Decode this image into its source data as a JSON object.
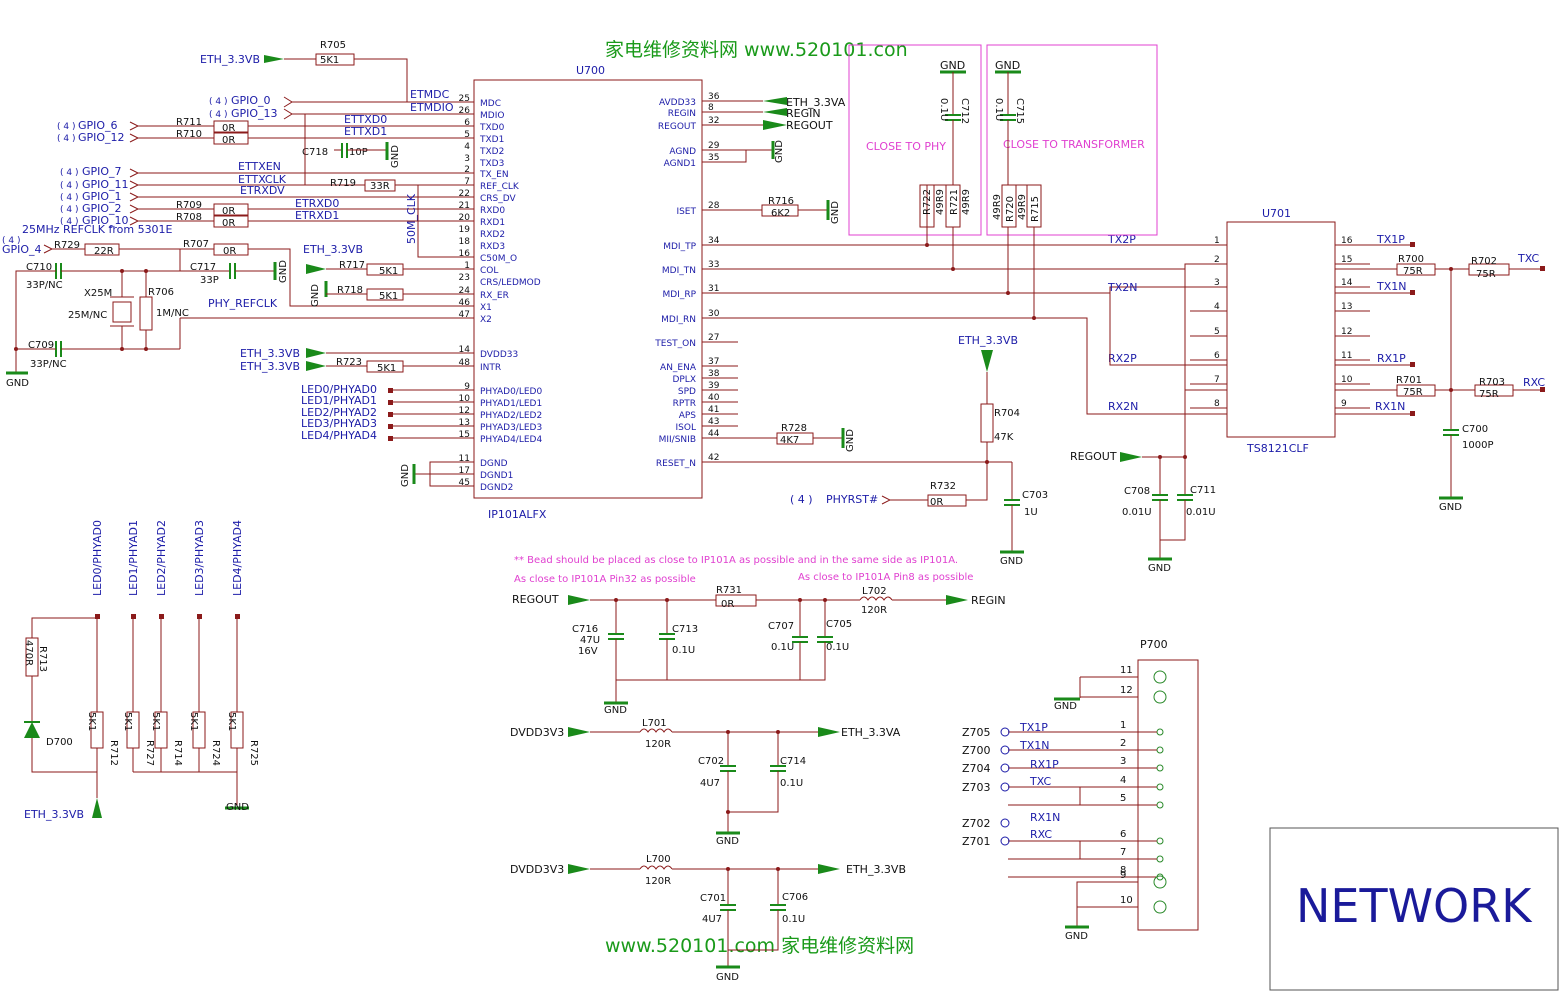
{
  "watermark": {
    "top": "家电维修资料网   www.520101.con",
    "bottom": "www.520101.com  家电维修资料网"
  },
  "title_block": {
    "label": "NETWORK"
  },
  "u700": {
    "ref": "U700",
    "part": "IP101ALFX",
    "left_pins": [
      {
        "num": "25",
        "name": "MDC"
      },
      {
        "num": "26",
        "name": "MDIO"
      },
      {
        "num": "6",
        "name": "TXD0"
      },
      {
        "num": "5",
        "name": "TXD1"
      },
      {
        "num": "4",
        "name": "TXD2"
      },
      {
        "num": "3",
        "name": "TXD3"
      },
      {
        "num": "2",
        "name": "TX_EN"
      },
      {
        "num": "7",
        "name": "REF_CLK"
      },
      {
        "num": "22",
        "name": "CRS_DV"
      },
      {
        "num": "21",
        "name": "RXD0"
      },
      {
        "num": "20",
        "name": "RXD1"
      },
      {
        "num": "19",
        "name": "RXD2"
      },
      {
        "num": "18",
        "name": "RXD3"
      },
      {
        "num": "16",
        "name": "C50M_O"
      },
      {
        "num": "1",
        "name": "COL"
      },
      {
        "num": "23",
        "name": "CRS/LEDMOD"
      },
      {
        "num": "24",
        "name": "RX_ER"
      },
      {
        "num": "46",
        "name": "X1"
      },
      {
        "num": "47",
        "name": "X2"
      },
      {
        "num": "14",
        "name": "DVDD33"
      },
      {
        "num": "48",
        "name": "INTR"
      },
      {
        "num": "9",
        "name": "PHYAD0/LED0"
      },
      {
        "num": "10",
        "name": "PHYAD1/LED1"
      },
      {
        "num": "12",
        "name": "PHYAD2/LED2"
      },
      {
        "num": "13",
        "name": "PHYAD3/LED3"
      },
      {
        "num": "15",
        "name": "PHYAD4/LED4"
      },
      {
        "num": "11",
        "name": "DGND"
      },
      {
        "num": "17",
        "name": "DGND1"
      },
      {
        "num": "45",
        "name": "DGND2"
      }
    ],
    "right_pins": [
      {
        "num": "36",
        "name": "AVDD33"
      },
      {
        "num": "8",
        "name": "REGIN"
      },
      {
        "num": "32",
        "name": "REGOUT"
      },
      {
        "num": "29",
        "name": "AGND"
      },
      {
        "num": "35",
        "name": "AGND1"
      },
      {
        "num": "28",
        "name": "ISET"
      },
      {
        "num": "34",
        "name": "MDI_TP"
      },
      {
        "num": "33",
        "name": "MDI_TN"
      },
      {
        "num": "31",
        "name": "MDI_RP"
      },
      {
        "num": "30",
        "name": "MDI_RN"
      },
      {
        "num": "27",
        "name": "TEST_ON"
      },
      {
        "num": "37",
        "name": "AN_ENA"
      },
      {
        "num": "38",
        "name": "DPLX"
      },
      {
        "num": "39",
        "name": "SPD"
      },
      {
        "num": "40",
        "name": "RPTR"
      },
      {
        "num": "41",
        "name": "APS"
      },
      {
        "num": "43",
        "name": "ISOL"
      },
      {
        "num": "44",
        "name": "MII/SNIB"
      },
      {
        "num": "42",
        "name": "RESET_N"
      }
    ]
  },
  "u701": {
    "ref": "U701",
    "part": "TS8121CLF",
    "left_pins": [
      "1",
      "2",
      "3",
      "4",
      "5",
      "6",
      "7",
      "8"
    ],
    "right_pins": [
      "16",
      "15",
      "14",
      "13",
      "12",
      "11",
      "10",
      "9"
    ]
  },
  "nets": {
    "eth33vb": "ETH_3.3VB",
    "eth33va": "ETH_3.3VA",
    "regin": "REGIN",
    "regout": "REGOUT",
    "gnd": "GND",
    "dvdd": "DVDD3V3",
    "phyrst": "PHYRST#",
    "four": "( 4 )",
    "phy_refclk": "PHY_REFCLK",
    "m50clk": "50M_CLK",
    "refclk_note": "25MHz REFCLK from 5301E",
    "gpio0": "GPIO_0",
    "gpio13": "GPIO_13",
    "gpio6": "GPIO_6",
    "gpio12": "GPIO_12",
    "gpio7": "GPIO_7",
    "gpio11": "GPIO_11",
    "gpio1": "GPIO_1",
    "gpio2": "GPIO_2",
    "gpio10": "GPIO_10",
    "gpio4": "GPIO_4",
    "etmdc": "ETMDC",
    "etmdio": "ETMDIO",
    "ettxd0": "ETTXD0",
    "ettxd1": "ETTXD1",
    "ettxen": "ETTXEN",
    "ettxclk": "ETTXCLK",
    "etrxdv": "ETRXDV",
    "etrxd0": "ETRXD0",
    "etrxd1": "ETRXD1",
    "tx2p": "TX2P",
    "tx2n": "TX2N",
    "rx2p": "RX2P",
    "rx2n": "RX2N",
    "tx1p": "TX1P",
    "tx1n": "TX1N",
    "rx1p": "RX1P",
    "rx1n": "RX1N",
    "txc": "TXC",
    "rxc": "RXC",
    "led0": "LED0/PHYAD0",
    "led1": "LED1/PHYAD1",
    "led2": "LED2/PHYAD2",
    "led3": "LED3/PHYAD3",
    "led4": "LED4/PHYAD4",
    "phyad0": "LED0/PHYAD0",
    "phyad1": "LED1/PHYAD1",
    "phyad2": "LED2/PHYAD2",
    "phyad3": "LED3/PHYAD3",
    "phyad4": "LED4/PHYAD4"
  },
  "notes": {
    "close_phy": "CLOSE TO PHY",
    "close_tr": "CLOSE TO TRANSFORMER",
    "bead": "** Bead should be placed as close to IP101A as possible and in the same side as IP101A.",
    "pin32": "As close to IP101A Pin32 as possible",
    "pin8": "As close to IP101A Pin8 as possible"
  },
  "components": {
    "R705": {
      "ref": "R705",
      "val": "5K1"
    },
    "R711": {
      "ref": "R711",
      "val": "0R"
    },
    "R710": {
      "ref": "R710",
      "val": "0R"
    },
    "R719": {
      "ref": "R719",
      "val": "33R"
    },
    "R709": {
      "ref": "R709",
      "val": "0R"
    },
    "R708": {
      "ref": "R708",
      "val": "0R"
    },
    "R729": {
      "ref": "R729",
      "val": "22R"
    },
    "R707": {
      "ref": "R707",
      "val": "0R"
    },
    "R717": {
      "ref": "R717",
      "val": "5K1"
    },
    "R718": {
      "ref": "R718",
      "val": "5K1"
    },
    "R706": {
      "ref": "R706",
      "val": "1M/NC"
    },
    "R723": {
      "ref": "R723",
      "val": "5K1"
    },
    "R716": {
      "ref": "R716",
      "val": "6K2"
    },
    "R728": {
      "ref": "R728",
      "val": "4K7"
    },
    "R704": {
      "ref": "R704",
      "val": "47K"
    },
    "R732": {
      "ref": "R732",
      "val": "0R"
    },
    "R731": {
      "ref": "R731",
      "val": "0R"
    },
    "R700": {
      "ref": "R700",
      "val": "75R"
    },
    "R701": {
      "ref": "R701",
      "val": "75R"
    },
    "R702": {
      "ref": "R702",
      "val": "75R"
    },
    "R703": {
      "ref": "R703",
      "val": "75R"
    },
    "R722": {
      "ref": "R722",
      "val": "49R9"
    },
    "R721": {
      "ref": "R721",
      "val": "49R9"
    },
    "R720": {
      "ref": "R720",
      "val": "49R9"
    },
    "R715": {
      "ref": "R715",
      "val": "49R9"
    },
    "R713": {
      "ref": "R713",
      "val": "470R"
    },
    "R712": {
      "ref": "R712",
      "val": "5K1"
    },
    "R727": {
      "ref": "R727",
      "val": "5K1"
    },
    "R714": {
      "ref": "R714",
      "val": "5K1"
    },
    "R724": {
      "ref": "R724",
      "val": "5K1"
    },
    "R725": {
      "ref": "R725",
      "val": "5K1"
    },
    "C718": {
      "ref": "C718",
      "val": "10P"
    },
    "C710": {
      "ref": "C710",
      "val": "33P/NC"
    },
    "C717": {
      "ref": "C717",
      "val": "33P"
    },
    "C709": {
      "ref": "C709",
      "val": "33P/NC"
    },
    "C712": {
      "ref": "C712",
      "val": "0.1U"
    },
    "C715": {
      "ref": "C715",
      "val": "0.1U"
    },
    "C703": {
      "ref": "C703",
      "val": "1U"
    },
    "C708": {
      "ref": "C708",
      "val": "0.01U"
    },
    "C711": {
      "ref": "C711",
      "val": "0.01U"
    },
    "C700": {
      "ref": "C700",
      "val": "1000P"
    },
    "C716": {
      "ref": "C716",
      "val": "47U",
      "v": "16V"
    },
    "C713": {
      "ref": "C713",
      "val": "0.1U"
    },
    "C707": {
      "ref": "C707",
      "val": "0.1U"
    },
    "C705": {
      "ref": "C705",
      "val": "0.1U"
    },
    "C702": {
      "ref": "C702",
      "val": "4U7"
    },
    "C714": {
      "ref": "C714",
      "val": "0.1U"
    },
    "C701": {
      "ref": "C701",
      "val": "4U7"
    },
    "C706": {
      "ref": "C706",
      "val": "0.1U"
    },
    "L702": {
      "ref": "L702",
      "val": "120R"
    },
    "L701": {
      "ref": "L701",
      "val": "120R"
    },
    "L700": {
      "ref": "L700",
      "val": "120R"
    },
    "X25M": {
      "ref": "X25M",
      "val": "25M/NC"
    },
    "D700": {
      "ref": "D700"
    },
    "P700": {
      "ref": "P700"
    }
  },
  "p700_pins": [
    "11",
    "12",
    "1",
    "2",
    "3",
    "4",
    "5",
    "6",
    "7",
    "8",
    "9",
    "10"
  ],
  "zpoints": [
    "Z705",
    "Z700",
    "Z704",
    "Z703",
    "Z702",
    "Z701"
  ]
}
